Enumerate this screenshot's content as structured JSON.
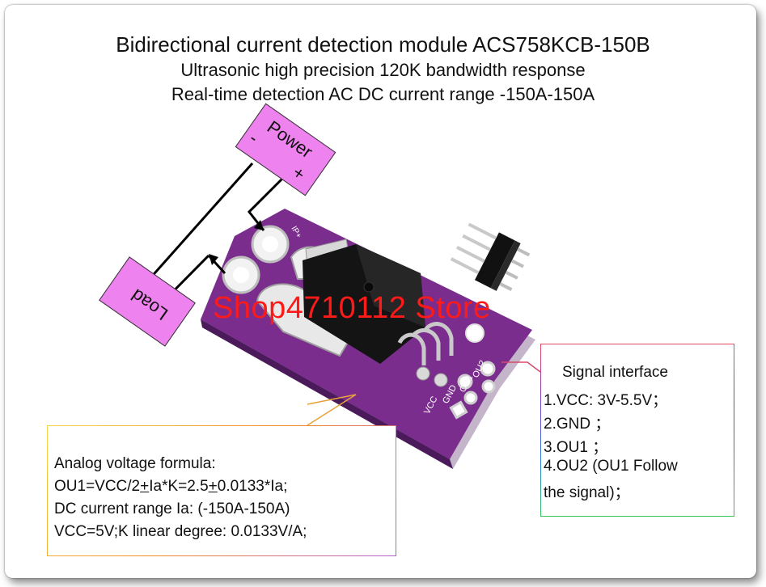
{
  "title": {
    "line1_strong": "Bidirectional",
    "line1_rest": " current detection module ACS758KCB-150B",
    "line2": "Ultrasonic high precision 120K bandwidth response",
    "line3": "Real-time detection AC DC current range -150A-150A"
  },
  "power_tag": {
    "word": "Power",
    "minus": "-",
    "plus": "+"
  },
  "load_tag": {
    "word": "Load"
  },
  "board_pins": [
    "VCC",
    "GND",
    "OU1",
    "OU2"
  ],
  "board_silk_top": "IP+",
  "watermark": "Shop4710112 Store",
  "formula": {
    "line1": "Analog voltage formula:",
    "line2_a": "OU1=VCC/2",
    "line2_pm1": "+",
    "line2_b": "Ia*K=2.5",
    "line2_pm2": "+",
    "line2_c": "0.0133*Ia;",
    "line3": "DC current range Ia: (-150A-150A)",
    "line4": "VCC=5V;K linear degree: 0.0133V/A;"
  },
  "signal": {
    "head": "Signal  interface",
    "items": [
      "1.VCC: 3V-5.5V；",
      "2.GND ；",
      "3.OU1  ；",
      "4.OU2  (OU1 Follow",
      "the signal)；"
    ]
  },
  "colors": {
    "tag_fill": "#ee82ee",
    "board": "#7b2d8e",
    "watermark": "#ff1a1a"
  }
}
